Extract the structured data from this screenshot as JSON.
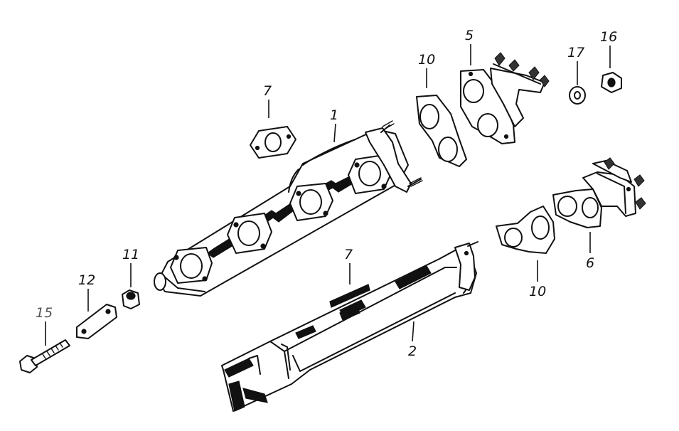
{
  "labels": {
    "l1": "1",
    "l2": "2",
    "l5": "5",
    "l6": "6",
    "l7a": "7",
    "l7b": "7",
    "l10a": "10",
    "l10b": "10",
    "l11": "11",
    "l12": "12",
    "l15": "15",
    "l16": "16",
    "l17": "17"
  }
}
